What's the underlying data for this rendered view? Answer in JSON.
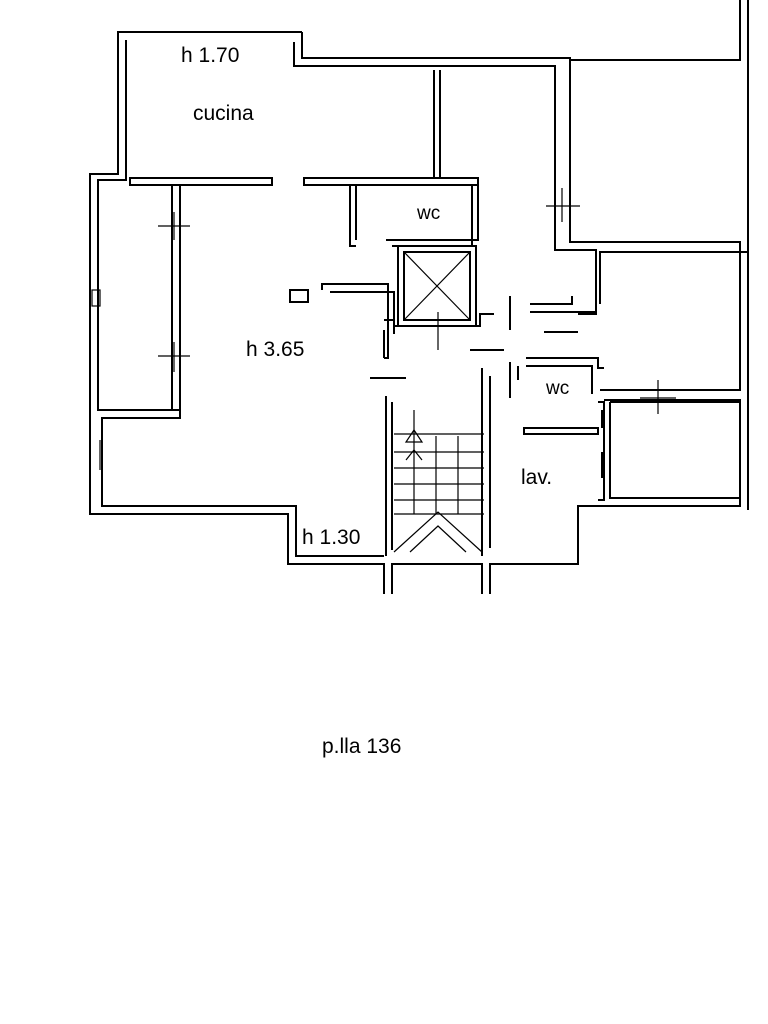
{
  "labels": {
    "height_top": "h 1.70",
    "kitchen": "cucina",
    "wc_upper": "wc",
    "height_main": "h 3.65",
    "wc_lower": "wc",
    "laundry": "lav.",
    "height_bottom": "h 1.30",
    "parcel": "p.lla 136"
  }
}
